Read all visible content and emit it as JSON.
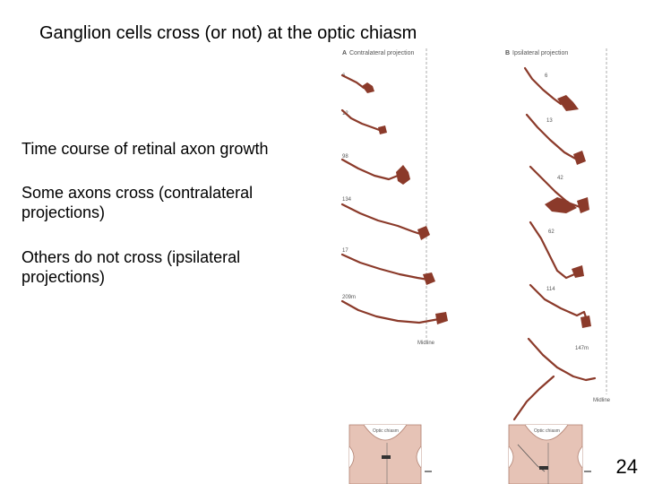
{
  "slide": {
    "title": "Ganglion cells cross (or not) at the optic chiasm",
    "bullets": [
      "Time course of retinal axon growth",
      "Some axons cross (contralateral projections)",
      "Others do not cross (ipsilateral projections)"
    ],
    "page_number": "24"
  },
  "figure": {
    "panel_a": {
      "label": "A",
      "title": "Contralateral projection",
      "time_labels": [
        "6",
        "12",
        "98",
        "134",
        "17",
        "209m"
      ],
      "midline_label": "Midline"
    },
    "panel_b": {
      "label": "B",
      "title": "Ipsilateral projection",
      "time_labels": [
        "6",
        "13",
        "42",
        "62",
        "114",
        "147m"
      ],
      "midline_label": "Midline"
    },
    "chiasm_label_a": "Optic chiasm",
    "chiasm_label_b": "Optic chiasm",
    "colors": {
      "axon": "#8b3a2a",
      "chiasm_fill": "#e6c3b6",
      "chiasm_stroke": "#b08070"
    }
  }
}
